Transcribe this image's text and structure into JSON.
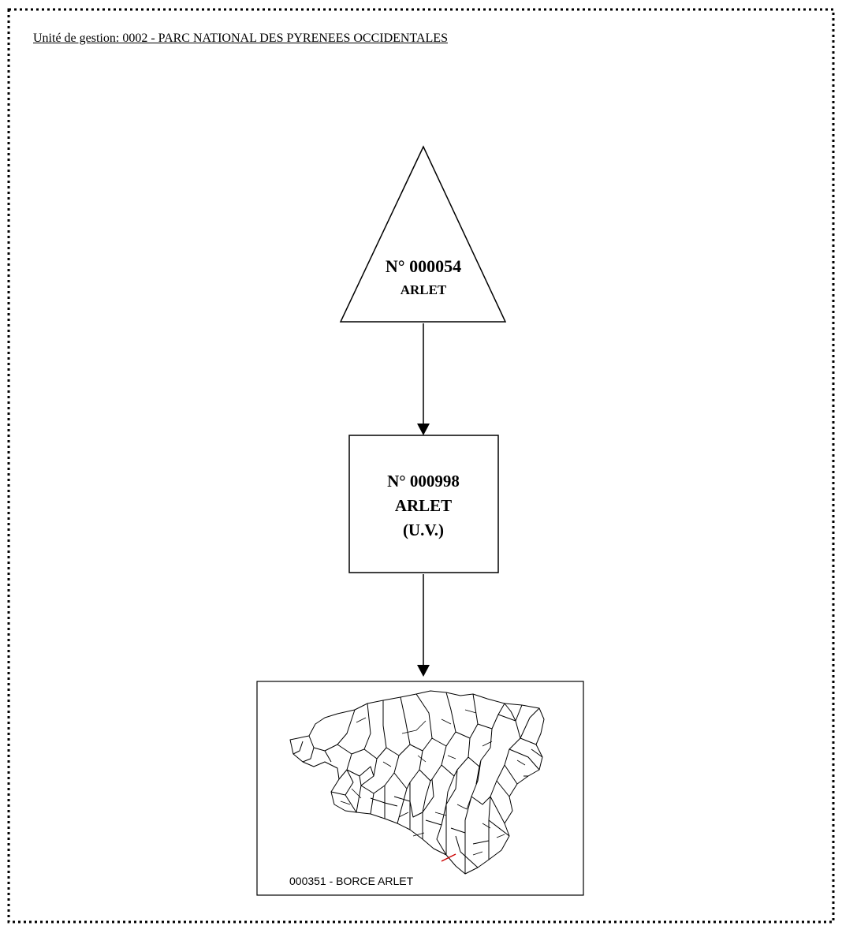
{
  "header": {
    "text": "Unité de gestion: 0002 - PARC NATIONAL DES PYRENEES OCCIDENTALES"
  },
  "triangle": {
    "number": "N° 000054",
    "name": "ARLET"
  },
  "box": {
    "number": "N° 000998",
    "name": "ARLET",
    "suffix": "(U.V.)"
  },
  "map": {
    "caption": "000351 - BORCE ARLET",
    "highlight_color": "#cc0000"
  },
  "colors": {
    "border": "#000000",
    "background": "#ffffff"
  }
}
